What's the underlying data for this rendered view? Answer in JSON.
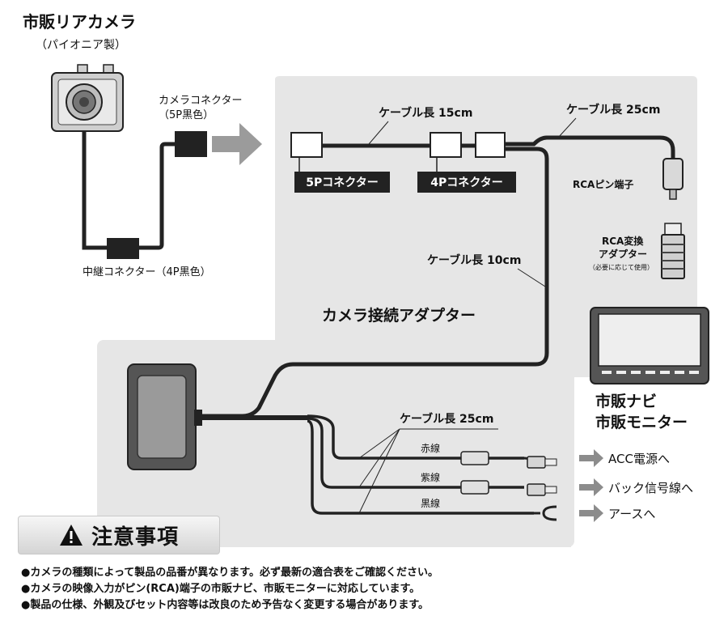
{
  "camera": {
    "title": "市販リアカメラ",
    "subtitle": "（パイオニア製）",
    "connector_label_line1": "カメラコネクター",
    "connector_label_line2": "（5P黒色）",
    "relay_label": "中継コネクター（4P黒色）"
  },
  "adapter": {
    "title": "カメラ接続アダプター",
    "cable_15": "ケーブル長 15cm",
    "cable_25_top": "ケーブル長 25cm",
    "cable_10": "ケーブル長 10cm",
    "cable_25_bottom": "ケーブル長 25cm",
    "connector_5p": "5Pコネクター",
    "connector_4p": "4Pコネクター",
    "rca_pin": "RCAピン端子",
    "rca_adapter_line1": "RCA変換",
    "rca_adapter_line2": "アダプター",
    "rca_adapter_note": "（必要に応じて使用）"
  },
  "wires": [
    {
      "label": "赤線",
      "dest": "ACC電源へ"
    },
    {
      "label": "紫線",
      "dest": "バック信号線へ"
    },
    {
      "label": "黒線",
      "dest": "アースへ"
    }
  ],
  "monitor": {
    "line1": "市販ナビ",
    "line2": "市販モニター"
  },
  "caution": {
    "title": "注意事項",
    "notes": [
      "●カメラの種類によって製品の品番が異なります。必ず最新の適合表をご確認ください。",
      "●カメラの映像入力がピン(RCA)端子の市販ナビ、市販モニターに対応しています。",
      "●製品の仕様、外観及びセット内容等は改良のため予告なく変更する場合があります。"
    ]
  }
}
